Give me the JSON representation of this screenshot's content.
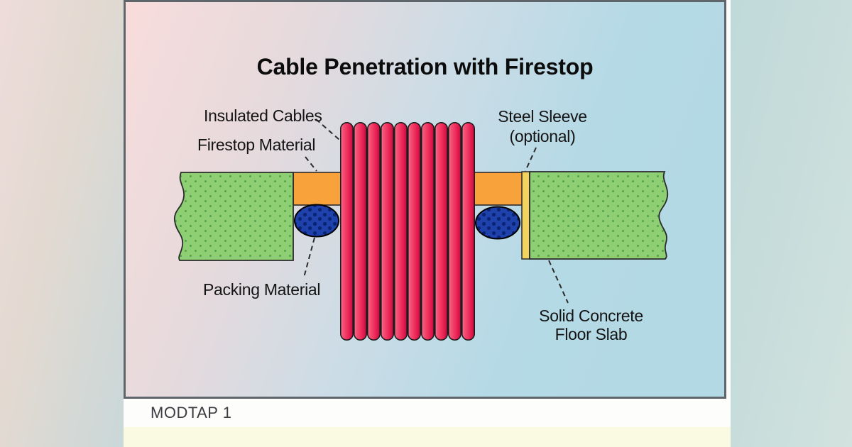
{
  "figure": {
    "title": "Cable Penetration with Firestop",
    "caption": "MODTAP 1",
    "cable_count": 10,
    "labels": {
      "insulated_cables": "Insulated Cables",
      "firestop_material": "Firestop Material",
      "steel_sleeve": "Steel Sleeve",
      "steel_sleeve_note": "(optional)",
      "packing_material": "Packing Material",
      "concrete_line1": "Solid Concrete",
      "concrete_line2": "Floor Slab"
    },
    "colors": {
      "concrete_green": "#8ecf74",
      "concrete_dot": "#54a24a",
      "firestop_orange": "#f8a23c",
      "sleeve_yellow": "#f3d35f",
      "packing_blue": "#1e41ac",
      "packing_dot": "#0a2373",
      "cable_red": "#ee2e5c",
      "cable_highlight": "#fa7b94",
      "cable_shadow": "#c00e3e",
      "outline_dark": "#2b2b2b",
      "frame_border": "#5f666b",
      "bg_pink": "#f9dcdb",
      "bg_blue": "#b3d9e5",
      "strip_yellow": "#fafae2"
    }
  }
}
